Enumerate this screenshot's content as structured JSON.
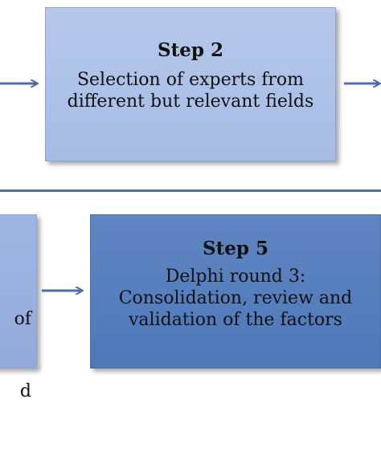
{
  "step2": {
    "title": "Step 2",
    "text_line1": "Selection of experts from",
    "text_line2": "different but relevant fields"
  },
  "step4_partial": {
    "line1": "of",
    "line2": "d"
  },
  "step5": {
    "title": "Step 5",
    "text_line1": "Delphi round 3:",
    "text_line2": "Consolidation, review and",
    "text_line3": "validation of the factors"
  },
  "colors": {
    "step2_fill": "#b6c8ea",
    "step5_fill": "#5f86c2",
    "arrow": "#4a6fa8"
  }
}
